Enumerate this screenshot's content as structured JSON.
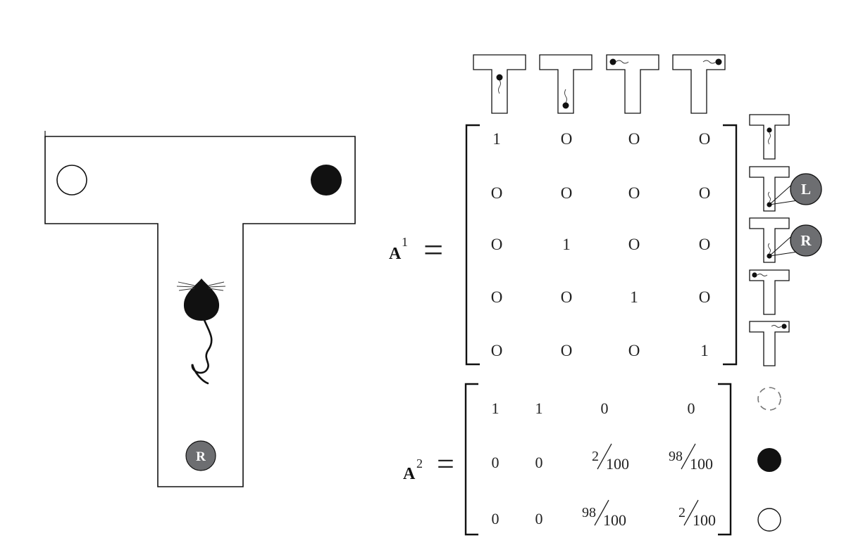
{
  "maze": {
    "left_cue": "open-circle",
    "right_cue": "filled-circle",
    "start_badge": "R",
    "mouse_icon": "mouse-icon"
  },
  "a1": {
    "label": "A",
    "superscript": "1",
    "equals": "=",
    "column_headers": [
      "mouse-stem-top",
      "mouse-stem-bottom",
      "mouse-left-arm",
      "mouse-right-arm"
    ],
    "rows": [
      [
        "1",
        "O",
        "O",
        "O"
      ],
      [
        "O",
        "O",
        "O",
        "O"
      ],
      [
        "O",
        "1",
        "O",
        "O"
      ],
      [
        "O",
        "O",
        "1",
        "O"
      ],
      [
        "O",
        "O",
        "O",
        "1"
      ]
    ],
    "row_badges": [
      "",
      "L",
      "R",
      "",
      ""
    ]
  },
  "a2": {
    "label": "A",
    "superscript": "2",
    "equals": "=",
    "rows": [
      [
        {
          "text": "1"
        },
        {
          "text": "1"
        },
        {
          "text": "0"
        },
        {
          "text": "0"
        }
      ],
      [
        {
          "text": "0"
        },
        {
          "text": "0"
        },
        {
          "num": "2",
          "den": "100"
        },
        {
          "num": "98",
          "den": "100"
        }
      ],
      [
        {
          "text": "0"
        },
        {
          "text": "0"
        },
        {
          "num": "98",
          "den": "100"
        },
        {
          "num": "2",
          "den": "100"
        }
      ]
    ],
    "row_cues": [
      "dashed-circle",
      "filled-circle",
      "open-circle"
    ]
  },
  "colors": {
    "ink": "#111111",
    "badge_fill": "#6d6e71"
  }
}
